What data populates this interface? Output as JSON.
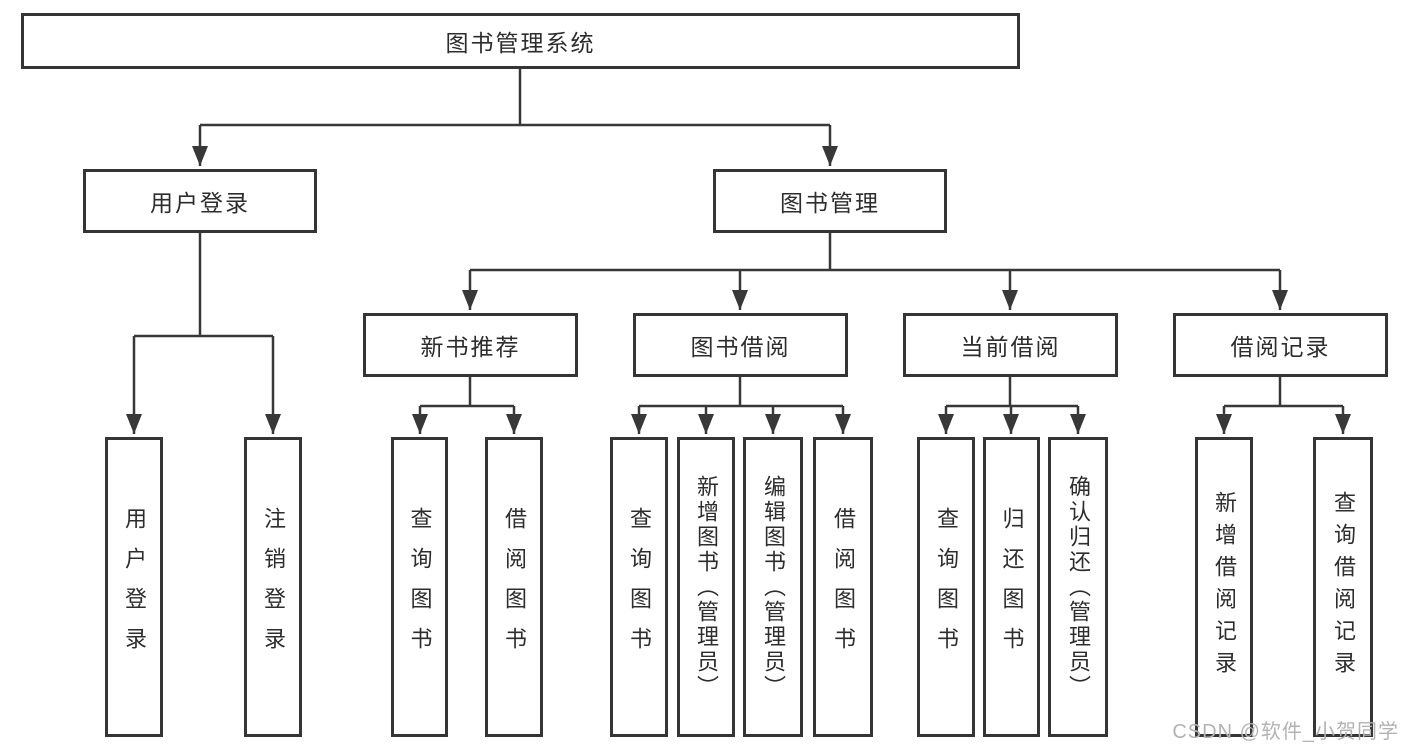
{
  "tree": {
    "root": {
      "label": "图书管理系统"
    },
    "branches": [
      {
        "label": "用户登录",
        "children": [
          {
            "label": "用户登录"
          },
          {
            "label": "注销登录"
          }
        ]
      },
      {
        "label": "图书管理",
        "children": [
          {
            "label": "新书推荐",
            "children": [
              {
                "label": "查询图书"
              },
              {
                "label": "借阅图书"
              }
            ]
          },
          {
            "label": "图书借阅",
            "children": [
              {
                "label": "查询图书"
              },
              {
                "label": "新增图书（管理员）"
              },
              {
                "label": "编辑图书（管理员）"
              },
              {
                "label": "借阅图书"
              }
            ]
          },
          {
            "label": "当前借阅",
            "children": [
              {
                "label": "查询图书"
              },
              {
                "label": "归还图书"
              },
              {
                "label": "确认归还（管理员）"
              }
            ]
          },
          {
            "label": "借阅记录",
            "children": [
              {
                "label": "新增借阅记录"
              },
              {
                "label": "查询借阅记录"
              }
            ]
          }
        ]
      }
    ]
  },
  "watermark": {
    "text": "CSDN @软件_小贺同学"
  },
  "colors": {
    "line": "#383838",
    "box_border": "#353535",
    "text": "#2d2d2d",
    "watermark": "#b3b3b3",
    "background": "#ffffff"
  }
}
